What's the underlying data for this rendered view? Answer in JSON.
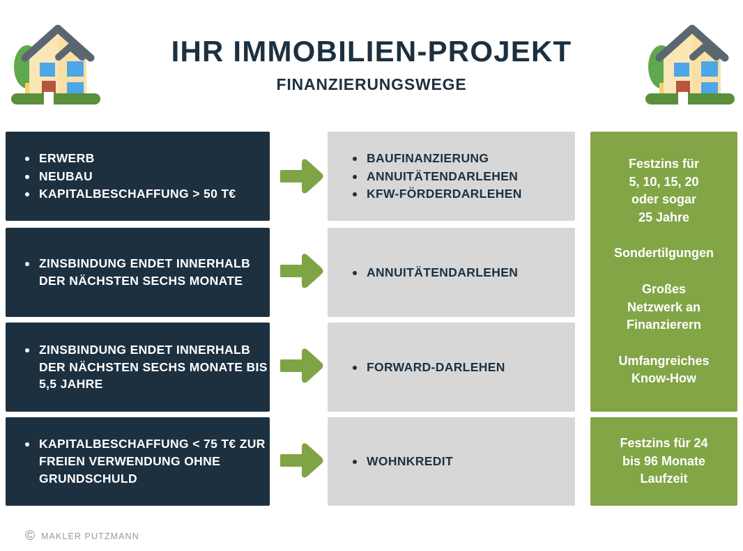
{
  "header": {
    "title": "IHR IMMOBILIEN-PROJEKT",
    "subtitle": "FINANZIERUNGSWEGE",
    "left_house_icon": "house-illustration-icon",
    "right_house_icon": "house-illustration-icon"
  },
  "colors": {
    "dark_navy": "#1d3040",
    "gray": "#d7d7d7",
    "green": "#82a546",
    "arrow_green": "#7fa445",
    "text_light": "#ffffff",
    "footer_gray": "#9a9a9a"
  },
  "rows": [
    {
      "situation": [
        "ERWERB",
        "NEUBAU",
        "KAPITALBESCHAFFUNG > 50 T€"
      ],
      "arrow": "arrow-right-icon",
      "solution": [
        "BAUFINANZIERUNG",
        "ANNUITÄTENDARLEHEN",
        "KFW-FÖRDERDARLEHEN"
      ]
    },
    {
      "situation": [
        "ZINSBINDUNG ENDET INNERHALB DER NÄCHSTEN SECHS MONATE"
      ],
      "arrow": "arrow-right-icon",
      "solution": [
        "ANNUITÄTENDARLEHEN"
      ]
    },
    {
      "situation": [
        "ZINSBINDUNG ENDET INNERHALB DER NÄCHSTEN SECHS MONATE BIS 5,5 JAHRE"
      ],
      "arrow": "arrow-right-icon",
      "solution": [
        "FORWARD-DARLEHEN"
      ]
    },
    {
      "situation": [
        "KAPITALBESCHAFFUNG < 75 T€ ZUR FREIEN VERWENDUNG OHNE GRUNDSCHULD"
      ],
      "arrow": "arrow-right-icon",
      "solution": [
        "WOHNKREDIT"
      ]
    }
  ],
  "benefits": {
    "top_box": [
      "Festzins für\n5, 10, 15, 20\noder sogar\n25 Jahre",
      "Sondertilgungen",
      "Großes\nNetzwerk an\nFinanzierern",
      "Umfangreiches\nKnow-How"
    ],
    "bottom_box": [
      "Festzins für 24\nbis 96 Monate\nLaufzeit"
    ]
  },
  "footer": {
    "copyright_symbol": "©",
    "copyright_icon": "copyright-icon",
    "text": "MAKLER PUTZMANN"
  }
}
